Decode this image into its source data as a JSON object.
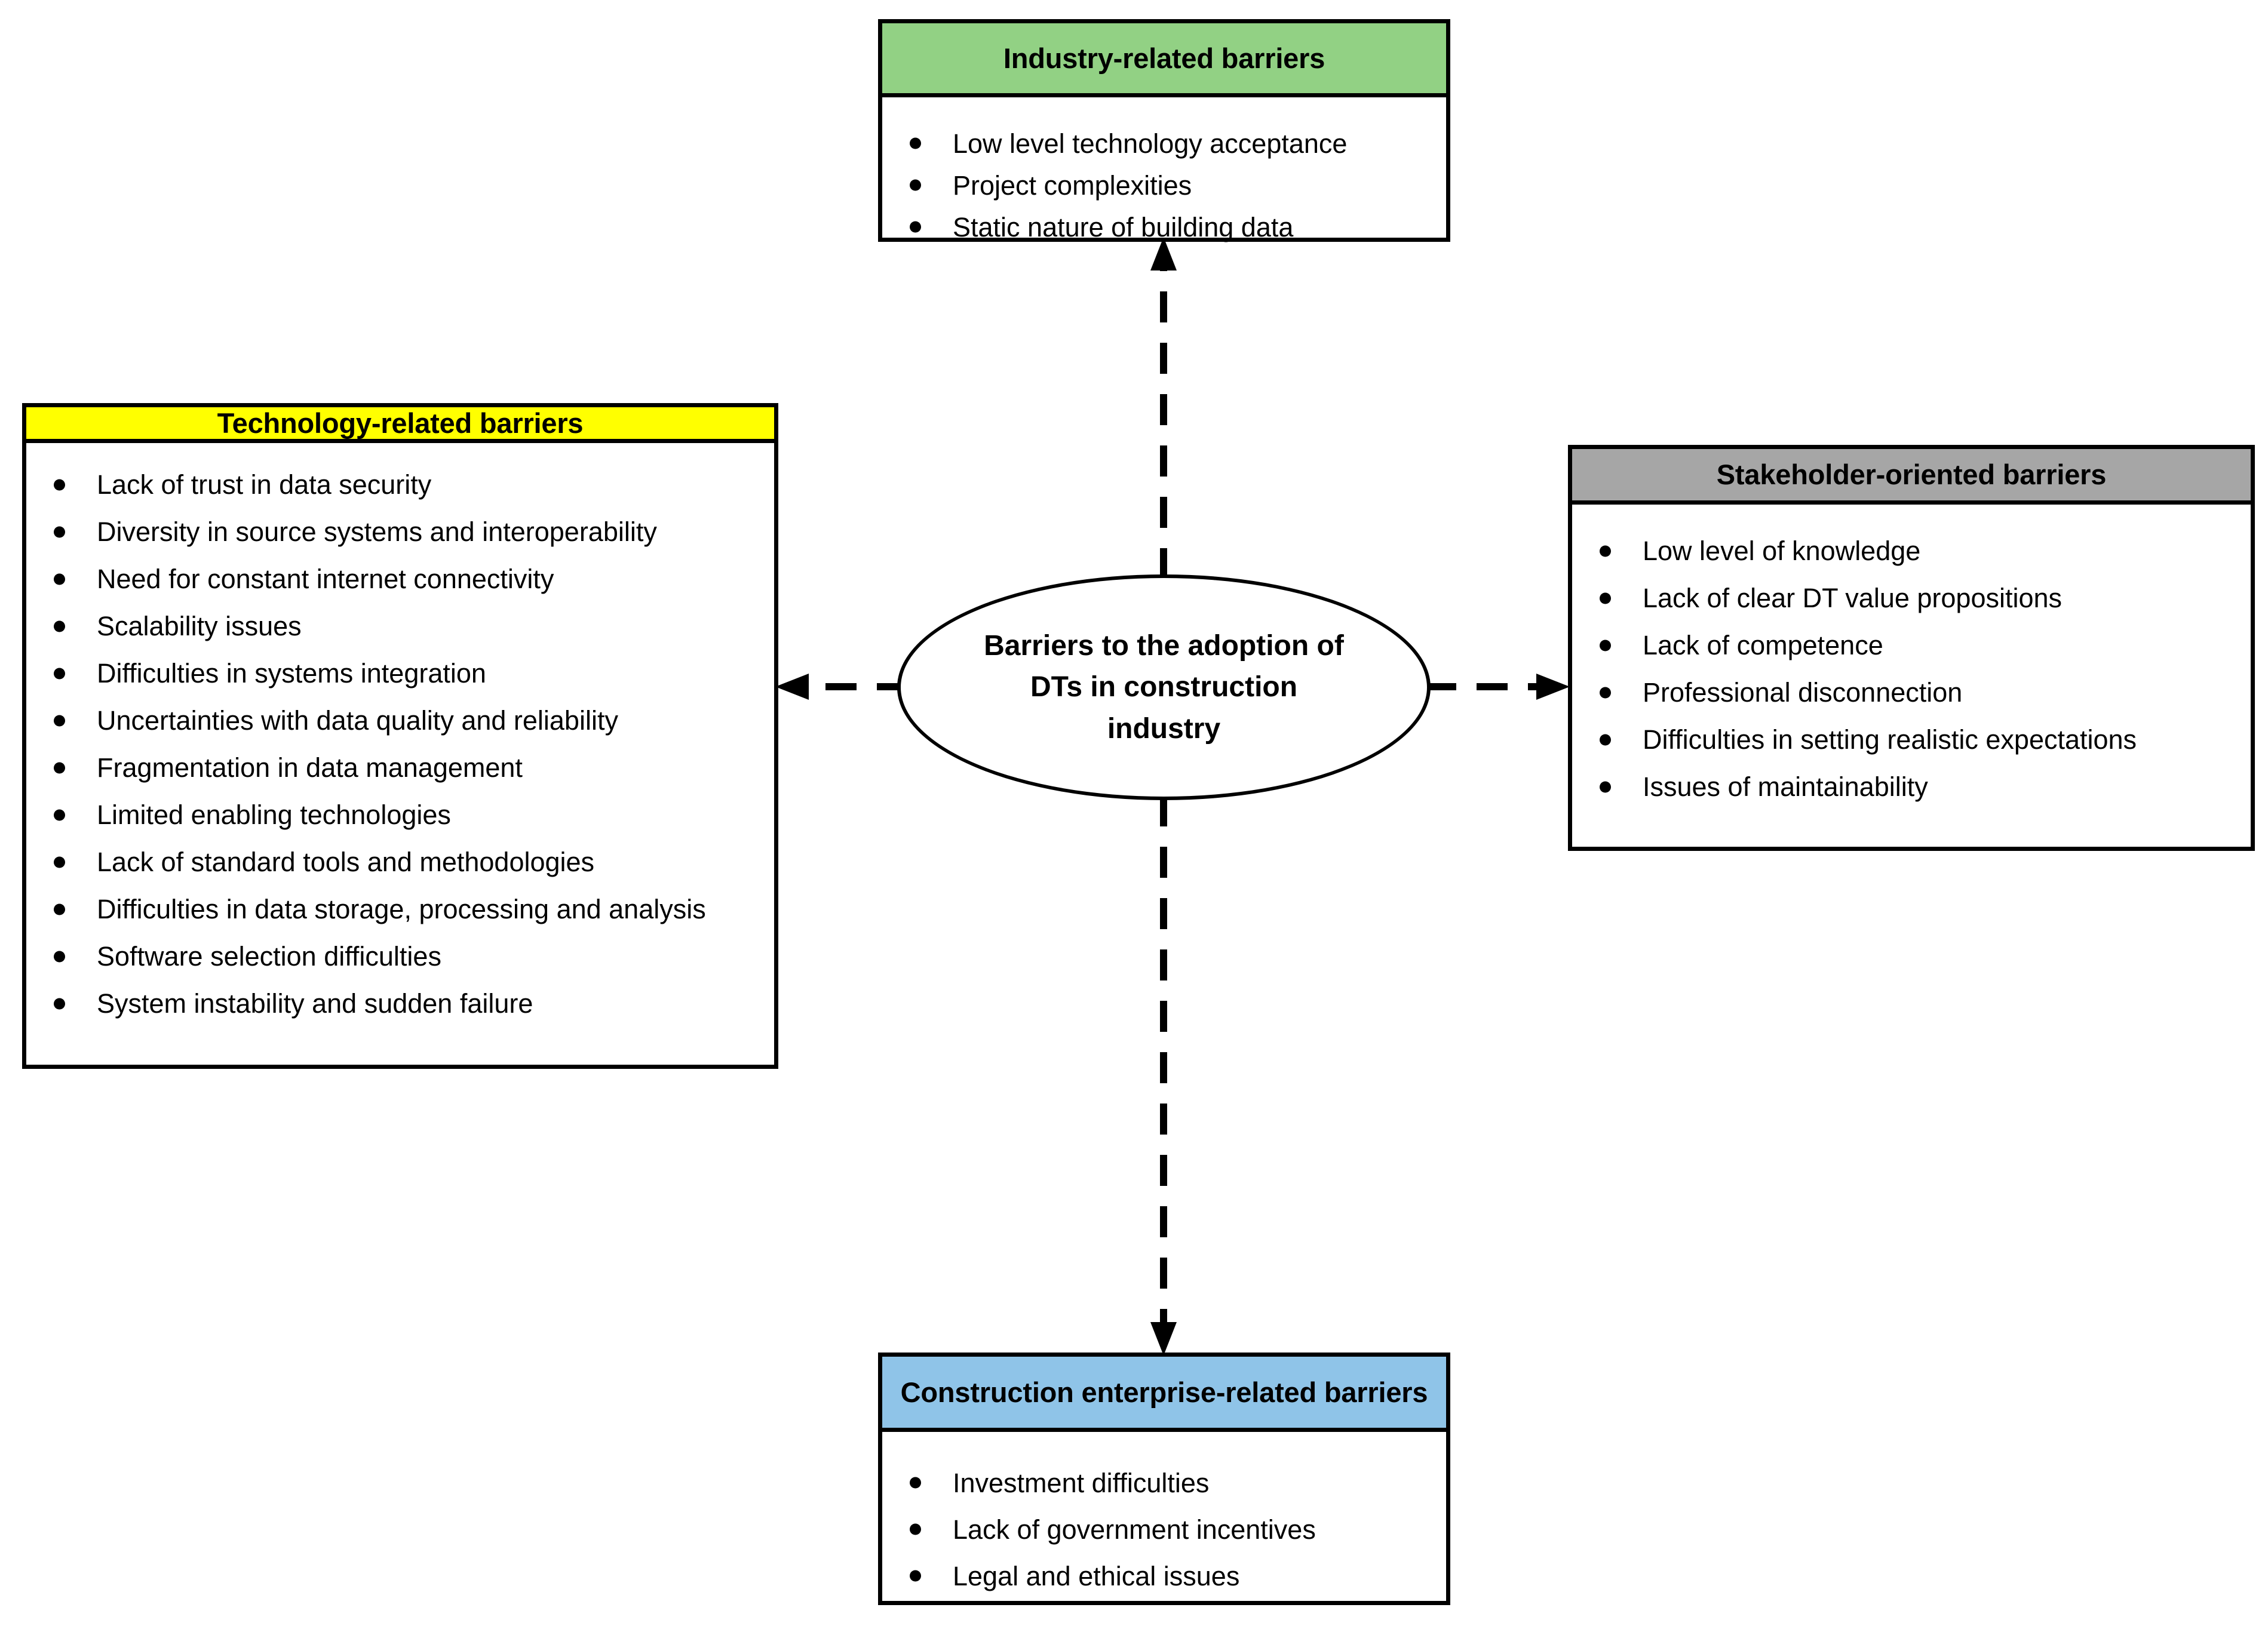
{
  "diagram": {
    "center": {
      "label": "Barriers to the adoption of DTs in construction industry",
      "shape": "ellipse"
    },
    "nodes": {
      "industry": {
        "title": "Industry-related barriers",
        "header_color": "#92D184",
        "items": [
          "Low level technology acceptance",
          "Project complexities",
          "Static nature of building data"
        ]
      },
      "technology": {
        "title": "Technology-related barriers",
        "header_color": "#FFFF00",
        "items": [
          "Lack of trust in data security",
          "Diversity in source systems and interoperability",
          "Need for constant internet connectivity",
          "Scalability issues",
          "Difficulties in systems integration",
          "Uncertainties with data quality and reliability",
          "Fragmentation in data management",
          "Limited enabling technologies",
          "Lack of standard tools and methodologies",
          "Difficulties in data storage, processing and analysis",
          "Software selection difficulties",
          "System instability and sudden failure"
        ]
      },
      "stakeholder": {
        "title": "Stakeholder-oriented barriers",
        "header_color": "#A6A6A6",
        "items": [
          "Low level of knowledge",
          "Lack of clear DT value propositions",
          "Lack of competence",
          "Professional disconnection",
          "Difficulties in setting realistic expectations",
          "Issues of maintainability"
        ]
      },
      "enterprise": {
        "title": "Construction enterprise-related barriers",
        "header_color": "#8FC4E8",
        "items": [
          "Investment difficulties",
          "Lack of government incentives",
          "Legal and ethical issues"
        ]
      }
    },
    "connectors": [
      {
        "name": "center-to-industry",
        "direction": "up",
        "style": "dashed-arrow"
      },
      {
        "name": "center-to-technology",
        "direction": "left",
        "style": "dashed-arrow"
      },
      {
        "name": "center-to-stakeholder",
        "direction": "right",
        "style": "dashed-arrow"
      },
      {
        "name": "center-to-enterprise",
        "direction": "down",
        "style": "dashed-arrow"
      }
    ]
  }
}
